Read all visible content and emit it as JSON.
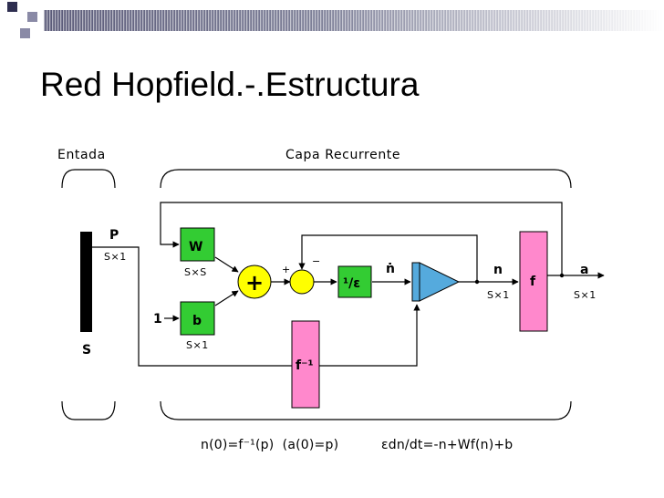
{
  "slide": {
    "title": "Red Hopfield.-.Estructura"
  },
  "diagram": {
    "input_section_label": "Entada",
    "recurrent_section_label": "Capa Recurrente",
    "input_name": "P",
    "input_dim": "S×1",
    "input_size": "S",
    "bias_input": "1",
    "weight_label": "W",
    "weight_dim": "S×S",
    "bias_label": "b",
    "bias_dim": "S×1",
    "sum_symbol": "+",
    "plus_sign": "+",
    "minus_sign": "−",
    "scale_block_label": "¹/ε",
    "ndot_label": "ṅ",
    "n_label": "n",
    "n_dim": "S×1",
    "f_label": "f",
    "finv_label": "f⁻¹",
    "output_label": "a",
    "output_dim": "S×1",
    "eq_initial": "n(0)=f⁻¹(p)  (a(0)=p)",
    "eq_dynamics": "εdn/dt=-n+Wf(n)+b"
  },
  "colors": {
    "green_block": "#33cc33",
    "pink_block": "#ff88cc",
    "yellow_sum": "#ffff00",
    "blue_integrator": "#55aadd",
    "input_bar": "#000000"
  }
}
